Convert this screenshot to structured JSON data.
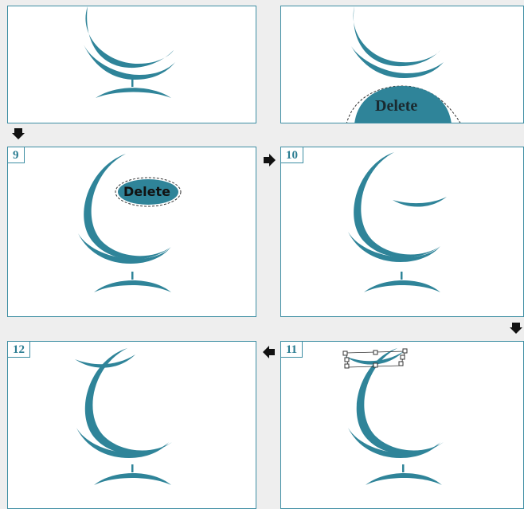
{
  "colors": {
    "teal": "#2f8499",
    "border": "#3e8ea3",
    "background": "#eeeeee"
  },
  "panels": [
    {
      "id": "top-left",
      "number": "",
      "button": ""
    },
    {
      "id": "top-right",
      "number": "",
      "button": "Delete"
    },
    {
      "id": "step-9",
      "number": "9",
      "button": "Delete"
    },
    {
      "id": "step-10",
      "number": "10",
      "button": ""
    },
    {
      "id": "step-12",
      "number": "12",
      "button": ""
    },
    {
      "id": "step-11",
      "number": "11",
      "button": ""
    }
  ],
  "arrows": [
    {
      "name": "arrow-down-icon",
      "direction": "down"
    },
    {
      "name": "arrow-right-icon",
      "direction": "right"
    },
    {
      "name": "arrow-down-icon",
      "direction": "down"
    },
    {
      "name": "arrow-left-icon",
      "direction": "left"
    }
  ]
}
